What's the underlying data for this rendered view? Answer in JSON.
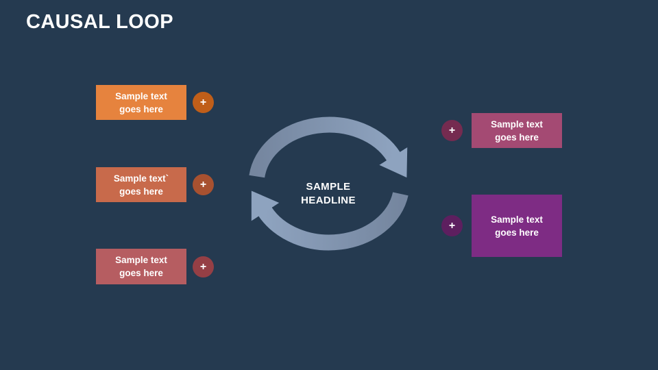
{
  "slide": {
    "title": "CAUSAL LOOP",
    "background_color": "#253A50",
    "center": {
      "headline_line1": "SAMPLE",
      "headline_line2": "HEADLINE",
      "arrow_tail_color": "#75869F",
      "arrow_head_color": "#8EA3BF"
    },
    "left_items": [
      {
        "line1": "Sample text",
        "line2": "goes here",
        "box_color": "#E6833E",
        "badge_color": "#C05E19",
        "badge_label": "+"
      },
      {
        "line1": "Sample text`",
        "line2": "goes here",
        "box_color": "#C86A4B",
        "badge_color": "#A85130",
        "badge_label": "+"
      },
      {
        "line1": "Sample text",
        "line2": "goes here",
        "box_color": "#B65D61",
        "badge_color": "#953F45",
        "badge_label": "+"
      }
    ],
    "right_items": [
      {
        "line1": "Sample text",
        "line2": "goes here",
        "box_color": "#A44A73",
        "badge_color": "#752B50",
        "badge_label": "+"
      },
      {
        "line1": "Sample text",
        "line2": "goes here",
        "box_color": "#7E2C84",
        "badge_color": "#5D1F5F",
        "badge_label": "+"
      }
    ]
  }
}
